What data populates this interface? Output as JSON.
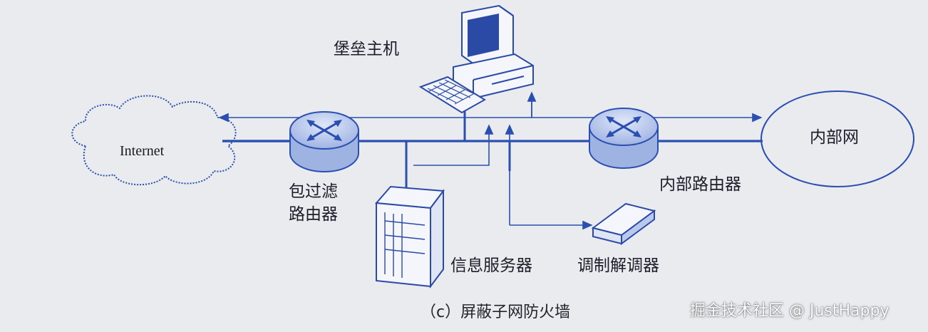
{
  "diagram": {
    "caption": "（c）屏蔽子网防火墙",
    "nodes": {
      "internet": {
        "label": "Internet"
      },
      "bastion_host": {
        "label": "堡垒主机"
      },
      "packet_filter_router": {
        "label_line1": "包过滤",
        "label_line2": "路由器"
      },
      "internal_router": {
        "label": "内部路由器"
      },
      "internal_network": {
        "label": "内部网"
      },
      "info_server": {
        "label": "信息服务器"
      },
      "modem": {
        "label": "调制解调器"
      }
    },
    "colors": {
      "line": "#2b4fb0",
      "arrow": "#2b4fb0",
      "router_fill": "#b9c9ee",
      "device_fill": "#f4f6fb",
      "ink": "#2a4aa6"
    }
  },
  "watermark": "掘金技术社区 @ JustHappy"
}
